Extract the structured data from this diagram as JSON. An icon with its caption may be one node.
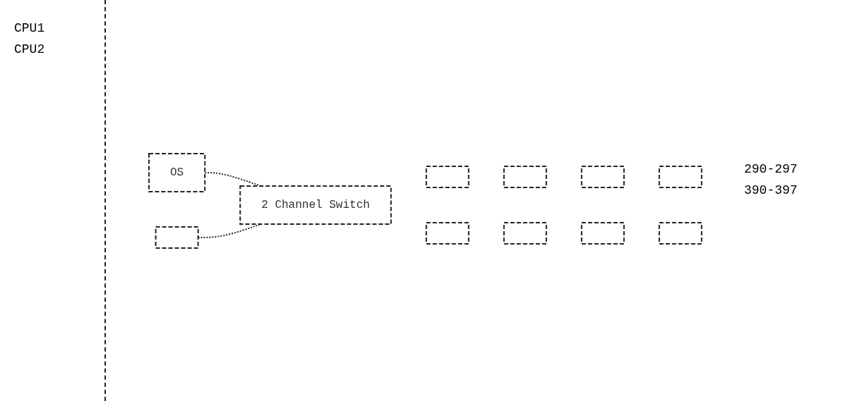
{
  "diagram": {
    "nodes": [
      {
        "text": [
          "OS"
        ]
      },
      {
        "text": [],
        "shape": "box"
      },
      {
        "text": [
          "2 Channel Switch"
        ]
      },
      {
        "text": [],
        "shape": "box"
      },
      {
        "text": [],
        "shape": "box"
      },
      {
        "text": [],
        "shape": "box"
      },
      {
        "text": [],
        "shape": "box"
      },
      {
        "text": [],
        "shape": "box"
      },
      {
        "text": [],
        "shape": "box"
      },
      {
        "text": [],
        "shape": "box"
      },
      {
        "text": [],
        "shape": "box"
      }
    ],
    "edges": [
      {
        "from": 0,
        "to": 2,
        "arrow": "none",
        "style": "dashed"
      },
      {
        "from": 1,
        "to": 2,
        "arrow": "none",
        "style": "dashed"
      }
    ],
    "labels": [
      "CPU1",
      "CPU2",
      "290-297",
      "390-397"
    ]
  }
}
